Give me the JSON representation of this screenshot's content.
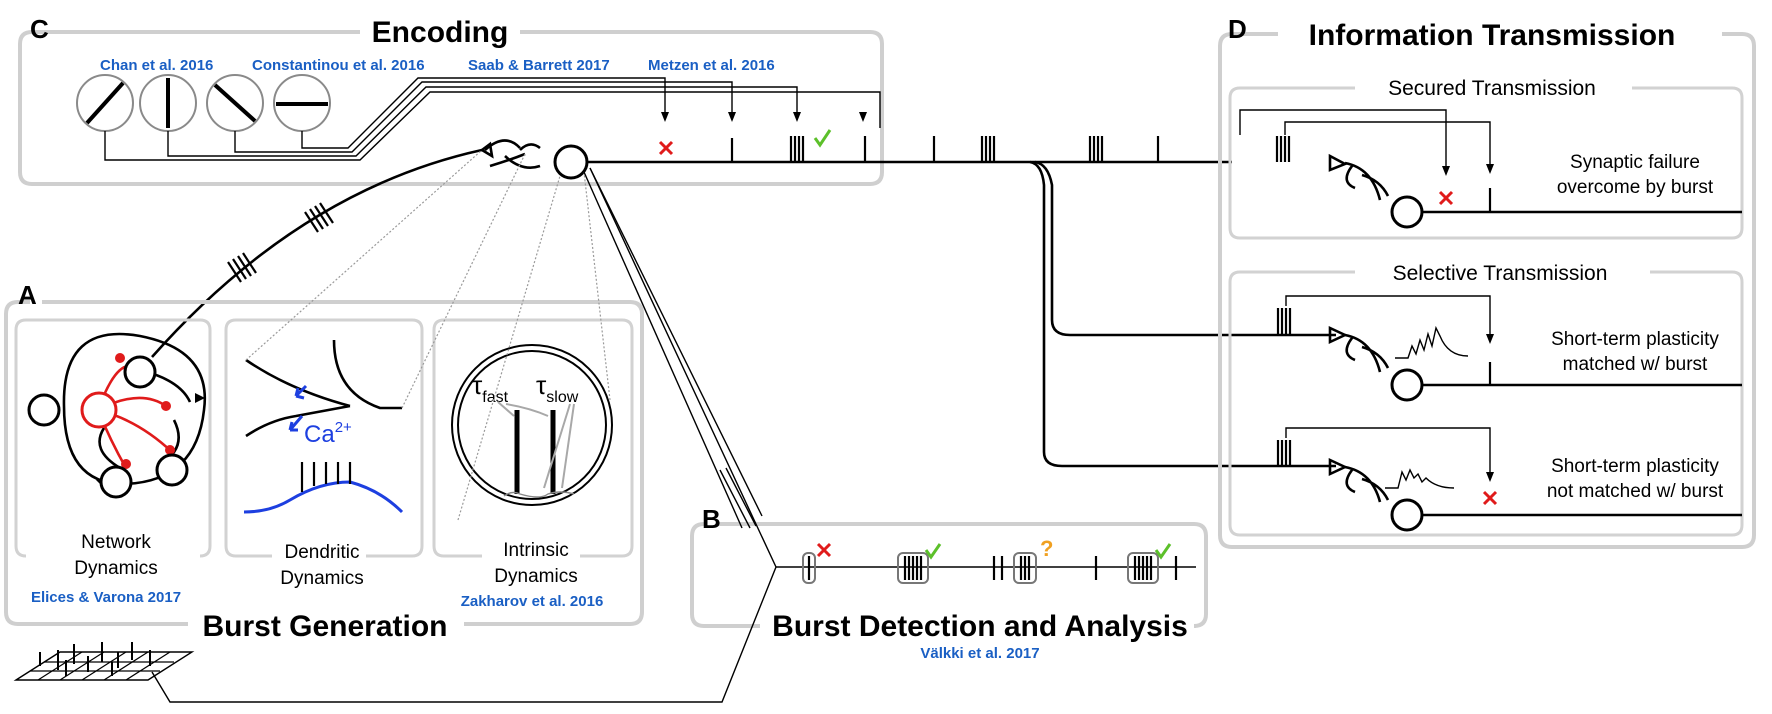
{
  "panels": {
    "encoding": {
      "letter": "C",
      "title": "Encoding",
      "refs": [
        "Chan et al. 2016",
        "Constantinou et al. 2016",
        "Saab & Barrett 2017",
        "Metzen et al. 2016"
      ]
    },
    "transmission": {
      "letter": "D",
      "title": "Information Transmission",
      "secured": {
        "title": "Secured Transmission",
        "caption_line1": "Synaptic failure",
        "caption_line2": "overcome by burst"
      },
      "selective": {
        "title": "Selective Transmission",
        "matched_line1": "Short-term plasticity",
        "matched_line2": "matched w/ burst",
        "unmatched_line1": "Short-term plasticity",
        "unmatched_line2": "not matched w/ burst"
      }
    },
    "generation": {
      "letter": "A",
      "title": "Burst Generation",
      "network_line1": "Network",
      "network_line2": "Dynamics",
      "network_ref": "Elices & Varona 2017",
      "dendritic_line1": "Dendritic",
      "dendritic_line2": "Dynamics",
      "calcium": "Ca",
      "calcium_sup": "2+",
      "intrinsic_line1": "Intrinsic",
      "intrinsic_line2": "Dynamics",
      "intrinsic_ref": "Zakharov et al. 2016",
      "tau_symbol": "τ",
      "tau_fast": "fast",
      "tau_slow": "slow"
    },
    "detection": {
      "letter": "B",
      "title": "Burst Detection and Analysis",
      "ref": "Välkki et al. 2017",
      "question": "?"
    }
  },
  "colors": {
    "panel_border": "#cfcfcf",
    "reference_blue": "#1a5fc4",
    "fail_red": "#e01b1b",
    "success_green": "#5cc02a",
    "uncertain_orange": "#f0a020",
    "calcium_blue": "#1d3fe0"
  }
}
